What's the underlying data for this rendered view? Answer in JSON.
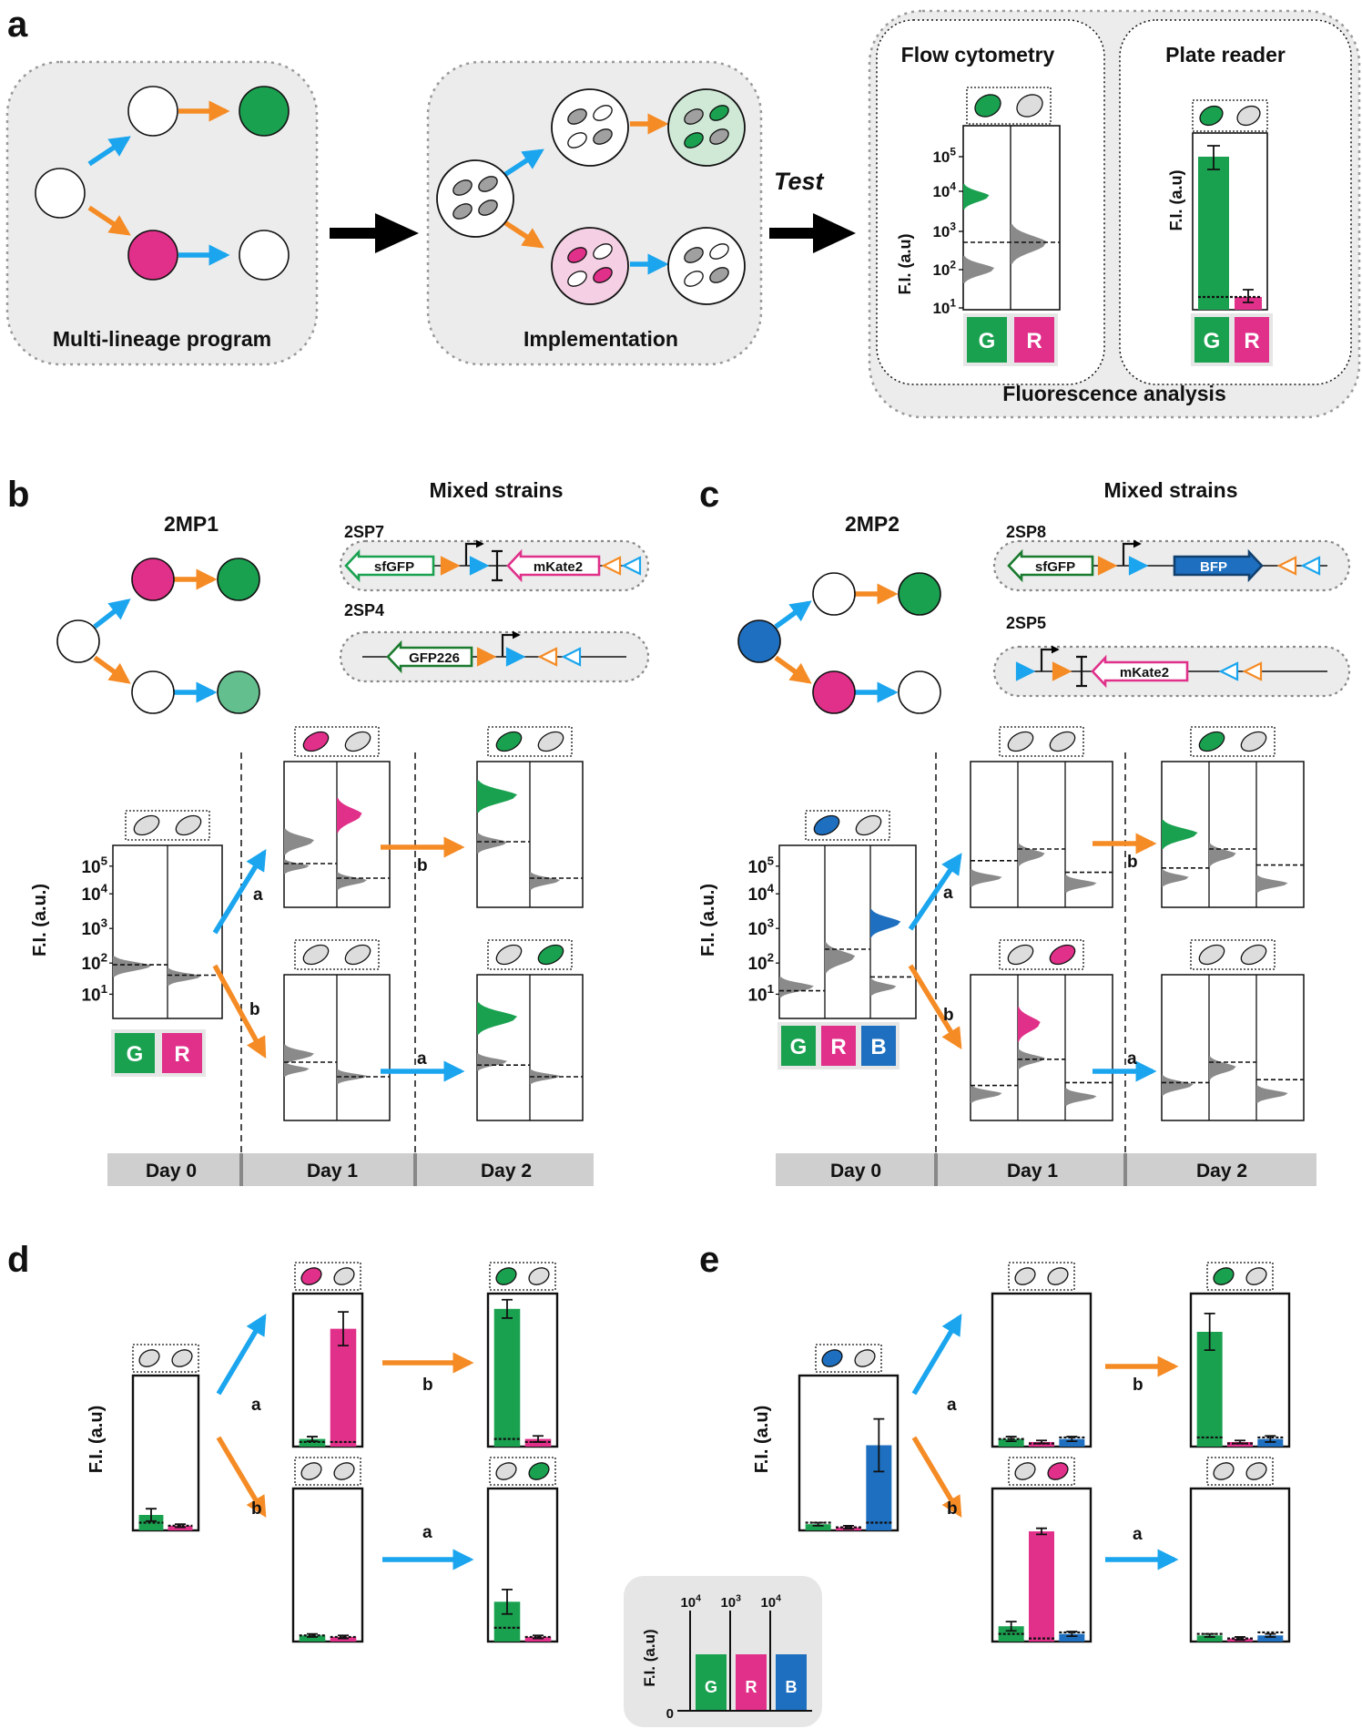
{
  "panel_letters": [
    "a",
    "b",
    "c",
    "d",
    "e"
  ],
  "a": {
    "multi_lineage_label": "Multi-lineage program",
    "implementation_label": "Implementation",
    "test_label": "Test",
    "flow_title": "Flow cytometry",
    "plate_title": "Plate reader",
    "analysis_label": "Fluorescence analysis",
    "flow_ylabel": "F.I. (a.u)",
    "plate_ylabel": "F.I. (a.u)",
    "flow_ticks": [
      {
        "base": "10",
        "exp": "5"
      },
      {
        "base": "10",
        "exp": "4"
      },
      {
        "base": "10",
        "exp": "3"
      },
      {
        "base": "10",
        "exp": "2"
      },
      {
        "base": "10",
        "exp": "1"
      }
    ]
  },
  "b": {
    "program_name": "2MP1",
    "mixed_strains_label": "Mixed strains",
    "strain1_name": "2SP7",
    "strain1_gene1": "sfGFP",
    "strain1_gene2": "mKate2",
    "strain2_name": "2SP4",
    "strain2_gene1": "GFP226",
    "ylabel": "F.I. (a.u.)",
    "ticks": [
      {
        "base": "10",
        "exp": "5"
      },
      {
        "base": "10",
        "exp": "4"
      },
      {
        "base": "10",
        "exp": "3"
      },
      {
        "base": "10",
        "exp": "2"
      },
      {
        "base": "10",
        "exp": "1"
      }
    ],
    "days": [
      "Day 0",
      "Day 1",
      "Day 2"
    ]
  },
  "c": {
    "program_name": "2MP2",
    "mixed_strains_label": "Mixed strains",
    "strain1_name": "2SP8",
    "strain1_gene1": "sfGFP",
    "strain1_gene2": "BFP",
    "strain2_name": "2SP5",
    "strain2_gene1": "mKate2",
    "ylabel": "F.I. (a.u.)",
    "ticks": [
      {
        "base": "10",
        "exp": "5"
      },
      {
        "base": "10",
        "exp": "4"
      },
      {
        "base": "10",
        "exp": "3"
      },
      {
        "base": "10",
        "exp": "2"
      },
      {
        "base": "10",
        "exp": "1"
      }
    ],
    "days": [
      "Day 0",
      "Day 1",
      "Day 2"
    ]
  },
  "d": {
    "ylabel": "F.I. (a.u)"
  },
  "e": {
    "ylabel": "F.I. (a.u)"
  },
  "legend": {
    "ylabel": "F.I. (a.u)",
    "tops": [
      {
        "base": "10",
        "exp": "4"
      },
      {
        "base": "10",
        "exp": "3"
      },
      {
        "base": "10",
        "exp": "4"
      }
    ],
    "zero": "0"
  },
  "channels": {
    "G": "G",
    "R": "R",
    "B": "B"
  },
  "arrow_labels": {
    "a": "a",
    "b": "b"
  },
  "colors": {
    "green": "#1aa150",
    "magenta": "#e0308a",
    "blue": "#1e6fbf",
    "cyan_arrow": "#1aa5ee",
    "orange_arrow": "#f58b25",
    "gray_hist": "#8a8a8a",
    "panel_bg": "#ededed",
    "day_bar": "#cfcfcf"
  }
}
